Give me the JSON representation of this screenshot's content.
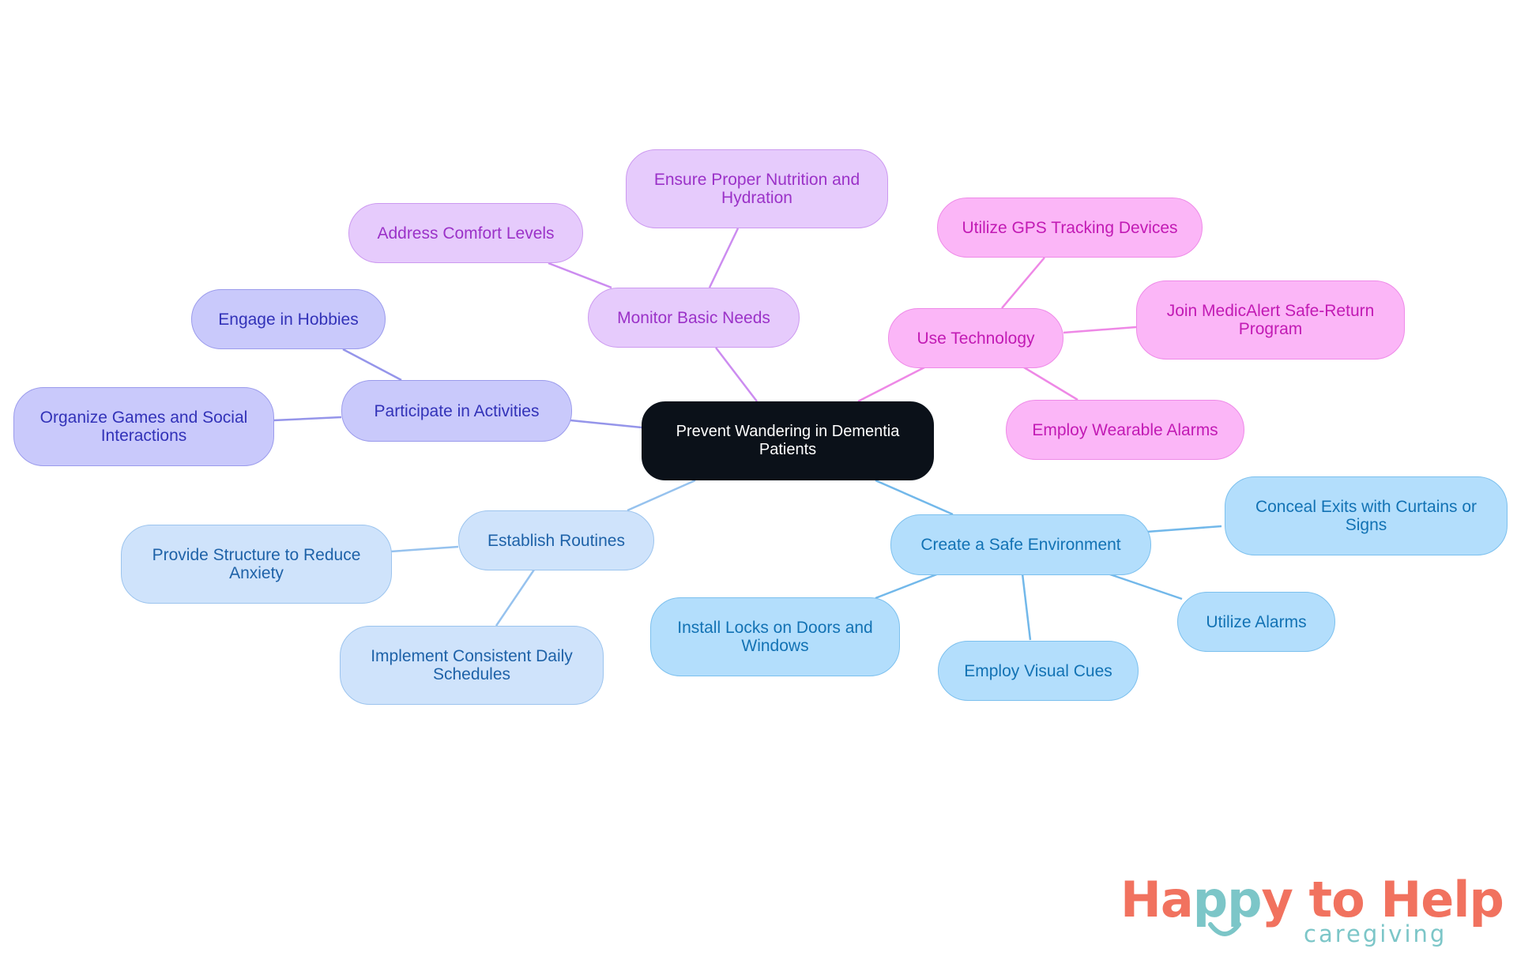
{
  "root": {
    "label": "Prevent Wandering in Dementia Patients"
  },
  "branches": {
    "monitor": {
      "label": "Monitor Basic Needs",
      "color": "#cc8cf0",
      "children": [
        "Ensure Proper Nutrition and Hydration",
        "Address Comfort Levels"
      ]
    },
    "technology": {
      "label": "Use Technology",
      "color": "#ee88e6",
      "children": [
        "Utilize GPS Tracking Devices",
        "Join MedicAlert Safe-Return Program",
        "Employ Wearable Alarms"
      ]
    },
    "activities": {
      "label": "Participate in Activities",
      "color": "#9595ea",
      "children": [
        "Engage in Hobbies",
        "Organize Games and Social Interactions"
      ]
    },
    "routines": {
      "label": "Establish Routines",
      "color": "#96c2ee",
      "children": [
        "Provide Structure to Reduce Anxiety",
        "Implement Consistent Daily Schedules"
      ]
    },
    "environment": {
      "label": "Create a Safe Environment",
      "color": "#72b8ea",
      "children": [
        "Conceal Exits with Curtains or Signs",
        "Install Locks on Doors and Windows",
        "Employ Visual Cues",
        "Utilize Alarms"
      ]
    }
  },
  "logo": {
    "name": "Happy to Help",
    "tagline": "caregiving"
  }
}
